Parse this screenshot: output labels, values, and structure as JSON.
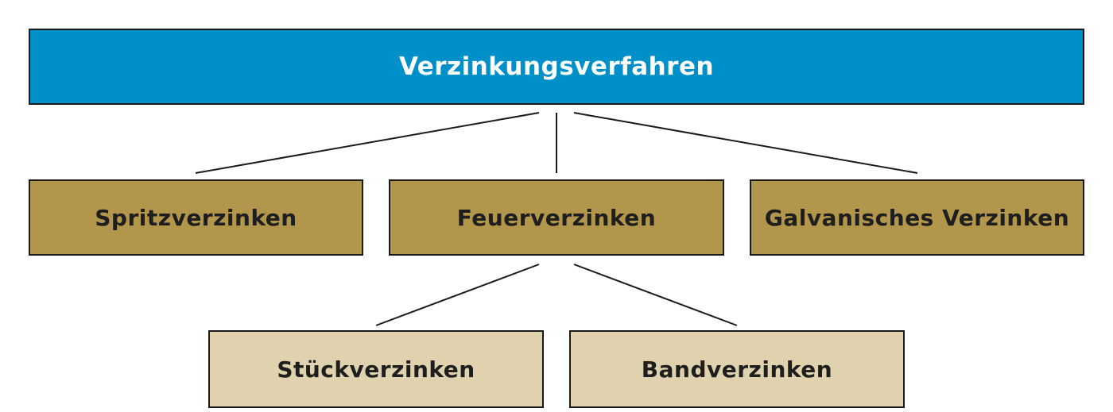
{
  "diagram": {
    "root": {
      "label": "Verzinkungsverfahren",
      "color": "#0090c9"
    },
    "level1": [
      {
        "label": "Spritzverzinken",
        "color": "#b1964b"
      },
      {
        "label": "Feuerverzinken",
        "color": "#b1964b"
      },
      {
        "label": "Galvanisches Verzinken",
        "color": "#b1964b"
      }
    ],
    "level2": [
      {
        "label": "Stückverzinken",
        "color": "#e0d2ae"
      },
      {
        "label": "Bandverzinken",
        "color": "#e0d2ae"
      }
    ],
    "edges": [
      [
        "Verzinkungsverfahren",
        "Spritzverzinken"
      ],
      [
        "Verzinkungsverfahren",
        "Feuerverzinken"
      ],
      [
        "Verzinkungsverfahren",
        "Galvanisches Verzinken"
      ],
      [
        "Feuerverzinken",
        "Stückverzinken"
      ],
      [
        "Feuerverzinken",
        "Bandverzinken"
      ]
    ]
  }
}
